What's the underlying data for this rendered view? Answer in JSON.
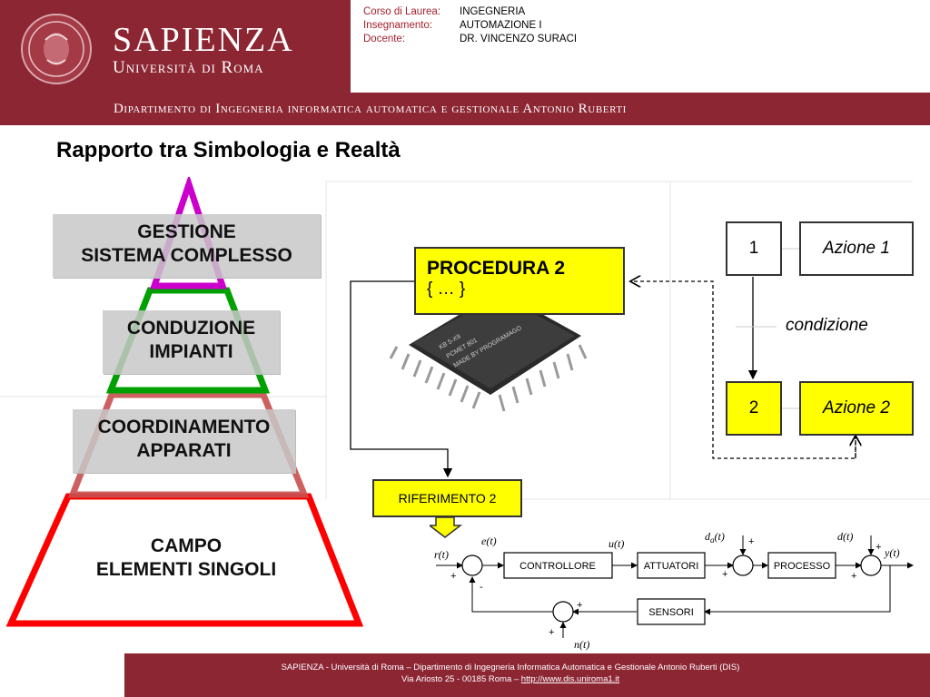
{
  "header": {
    "brand_main": "SAPIENZA",
    "brand_sub": "Università di Roma",
    "info": [
      {
        "key": "Corso di Laurea:",
        "value": "INGEGNERIA"
      },
      {
        "key": "Insegnamento:",
        "value": "AUTOMAZIONE I"
      },
      {
        "key": "Docente:",
        "value": "DR. VINCENZO SURACI"
      }
    ],
    "department": "Dipartimento di Ingegneria informatica automatica e gestionale Antonio Ruberti"
  },
  "slide": {
    "title": "Rapporto tra Simbologia e Realtà"
  },
  "pyramid": {
    "levels": [
      {
        "line1": "GESTIONE",
        "line2": "SISTEMA COMPLESSO",
        "color": "#cc00cc"
      },
      {
        "line1": "CONDUZIONE",
        "line2": "IMPIANTI",
        "color": "#00a000"
      },
      {
        "line1": "COORDINAMENTO",
        "line2": "APPARATI",
        "color": "#c85050"
      },
      {
        "line1": "CAMPO",
        "line2": "ELEMENTI SINGOLI",
        "color": "#ff0000"
      }
    ]
  },
  "procedure": {
    "title": "PROCEDURA 2",
    "body": "{ … }",
    "chip_text": [
      "KB 5-X9",
      "PCMET 801",
      "MADE BY PROGRAMAGO"
    ]
  },
  "reference": {
    "label": "RIFERIMENTO 2"
  },
  "sfc": {
    "step1": "1",
    "action1": "Azione 1",
    "condition": "condizione",
    "step2": "2",
    "action2": "Azione 2"
  },
  "block_diagram": {
    "r": "r(t)",
    "e": "e(t)",
    "u": "u(t)",
    "da": "d",
    "da_sub": "a",
    "da_arg": "(t)",
    "d": "d(t)",
    "y": "y(t)",
    "n": "n(t)",
    "controller": "CONTROLLORE",
    "actuators": "ATTUATORI",
    "process": "PROCESSO",
    "sensors": "SENSORI",
    "plus": "+",
    "minus": "-"
  },
  "footer": {
    "line1": "SAPIENZA - Università di Roma – Dipartimento di Ingegneria Informatica Automatica e Gestionale Antonio Ruberti (DIS)",
    "line2_prefix": "Via Ariosto 25 - 00185 Roma – ",
    "link": "http://www.dis.uniroma1.it"
  },
  "colors": {
    "brand": "#8c2633",
    "highlight": "#ffff00"
  }
}
